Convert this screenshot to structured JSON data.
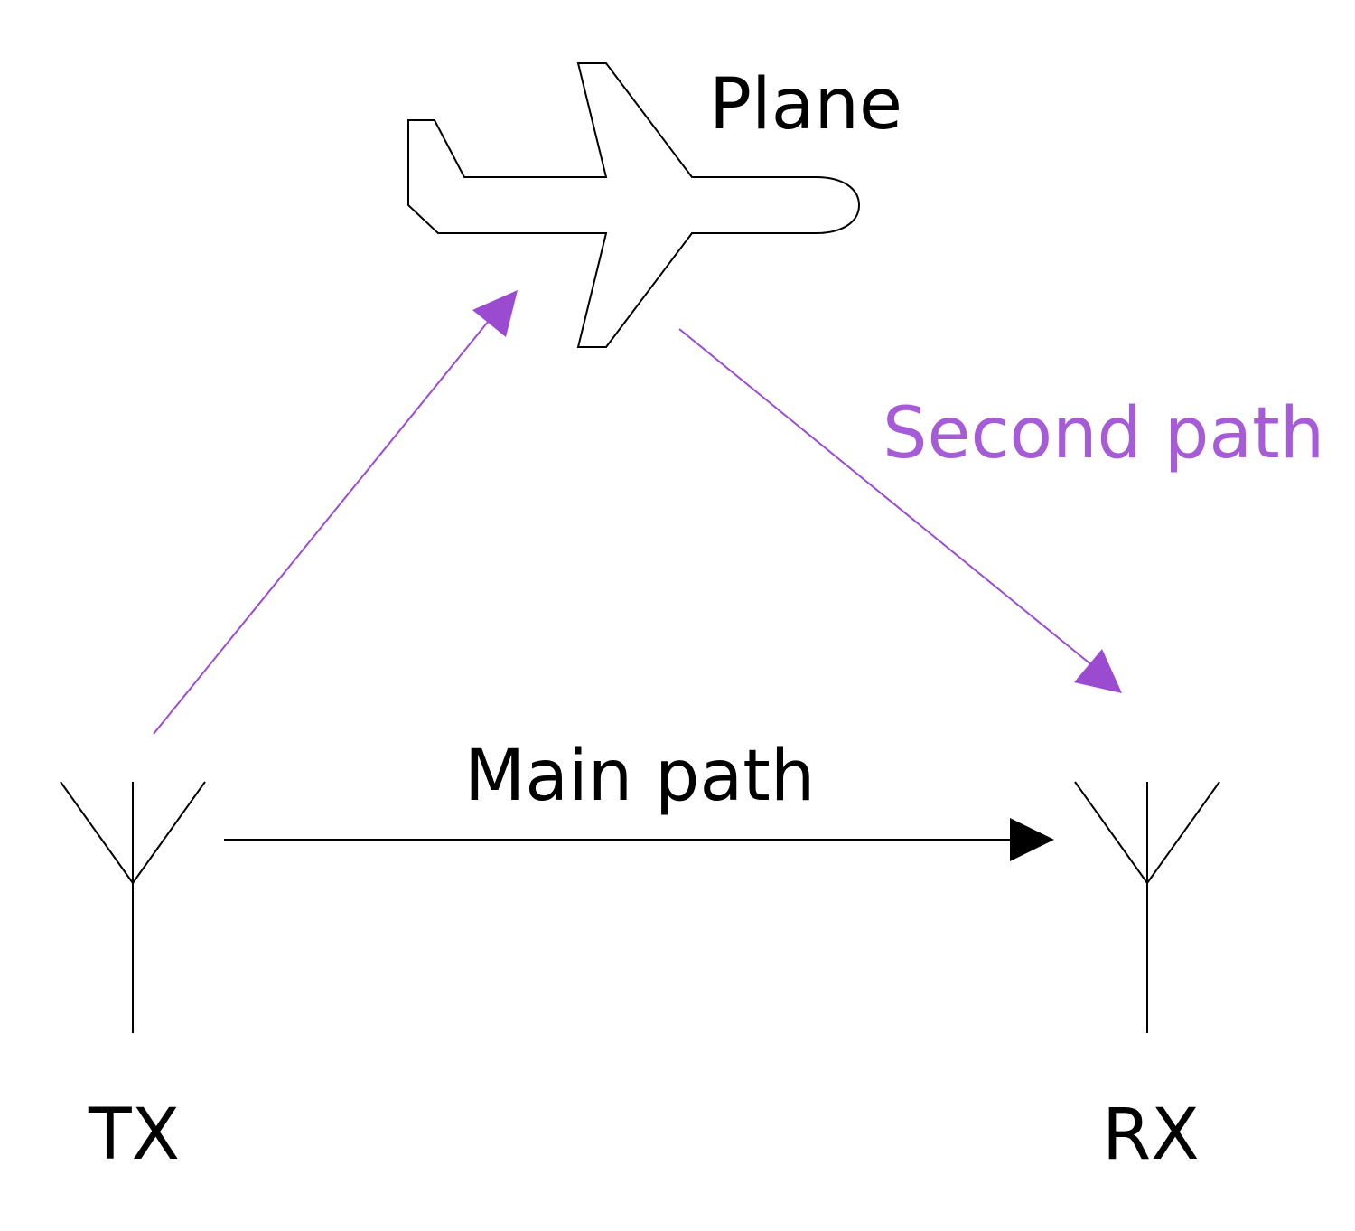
{
  "labels": {
    "plane": "Plane",
    "second_path": "Second path",
    "main_path": "Main path",
    "tx": "TX",
    "rx": "RX"
  },
  "colors": {
    "second_path": "#9b4bd0",
    "second_path_text": "#a55cd6",
    "main_path": "#000000"
  },
  "nodes": [
    {
      "id": "plane",
      "icon": "airplane-icon"
    },
    {
      "id": "tx",
      "icon": "antenna-icon"
    },
    {
      "id": "rx",
      "icon": "antenna-icon"
    }
  ],
  "edges": [
    {
      "from": "tx",
      "to": "plane",
      "label": "",
      "style": "second_path"
    },
    {
      "from": "plane",
      "to": "rx",
      "label": "Second path",
      "style": "second_path"
    },
    {
      "from": "tx",
      "to": "rx",
      "label": "Main path",
      "style": "main_path"
    }
  ]
}
